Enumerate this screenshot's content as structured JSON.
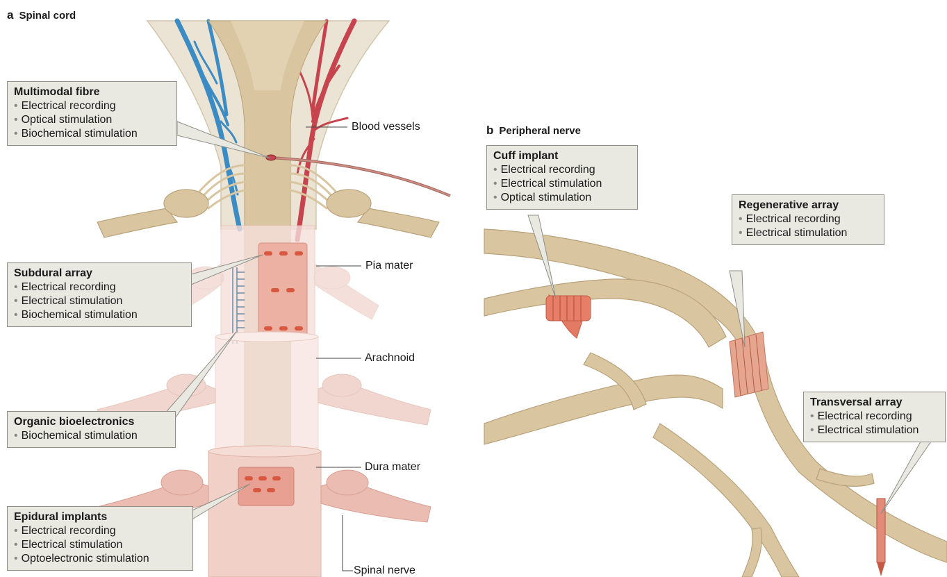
{
  "panels": {
    "a": {
      "letter": "a",
      "title": "Spinal cord"
    },
    "b": {
      "letter": "b",
      "title": "Peripheral nerve"
    }
  },
  "callouts": {
    "multimodal": {
      "title": "Multimodal fibre",
      "items": [
        "Electrical recording",
        "Optical stimulation",
        "Biochemical stimulation"
      ]
    },
    "subdural": {
      "title": "Subdural array",
      "items": [
        "Electrical recording",
        "Electrical stimulation",
        "Biochemical stimulation"
      ]
    },
    "organic": {
      "title": "Organic bioelectronics",
      "items": [
        "Biochemical stimulation"
      ]
    },
    "epidural": {
      "title": "Epidural implants",
      "items": [
        "Electrical recording",
        "Electrical stimulation",
        "Optoelectronic stimulation"
      ]
    },
    "cuff": {
      "title": "Cuff implant",
      "items": [
        "Electrical recording",
        "Electrical stimulation",
        "Optical stimulation"
      ]
    },
    "regenerative": {
      "title": "Regenerative array",
      "items": [
        "Electrical recording",
        "Electrical stimulation"
      ]
    },
    "transversal": {
      "title": "Transversal array",
      "items": [
        "Electrical recording",
        "Electrical stimulation"
      ]
    }
  },
  "labels": {
    "blood_vessels": "Blood vessels",
    "pia_mater": "Pia mater",
    "arachnoid": "Arachnoid",
    "dura_mater": "Dura mater",
    "spinal_nerve": "Spinal nerve"
  },
  "colors": {
    "nerve_tissue": "#d9c6a1",
    "nerve_outline": "#b9a27a",
    "artery": "#c7434d",
    "vein": "#3b8cc4",
    "meninges": "#f0cfc8",
    "electrode": "#d86a52",
    "callout_bg": "#e9e9e2"
  }
}
